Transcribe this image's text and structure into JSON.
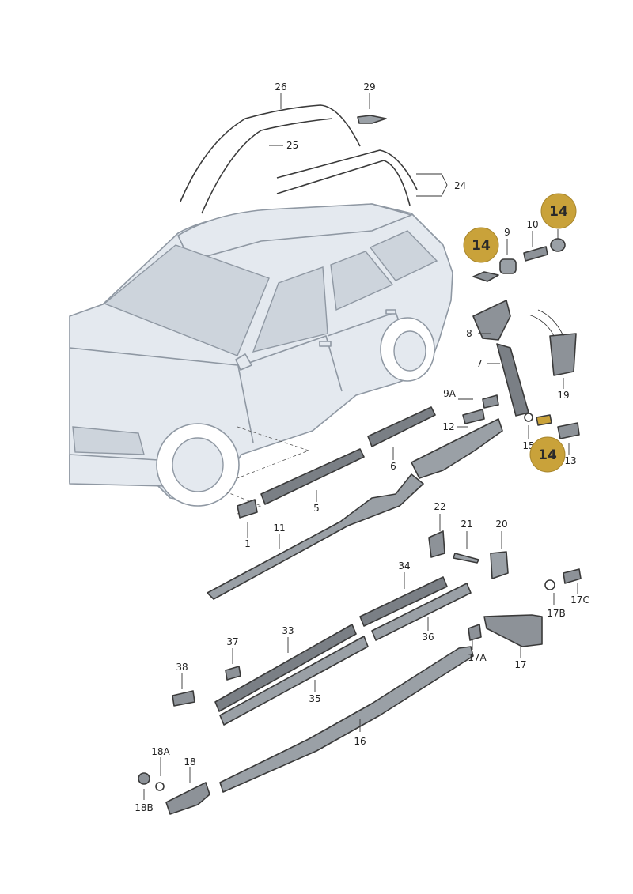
{
  "colors": {
    "callout_fill": "#c9a23a",
    "callout_stroke": "#a8862c",
    "part_fill": "#6e7378",
    "part_light": "#9aa0a6",
    "car_fill": "#e4e9ef",
    "car_stroke": "#8f98a3"
  },
  "labels": {
    "p1": "1",
    "p5": "5",
    "p6": "6",
    "p7": "7",
    "p8": "8",
    "p9": "9",
    "p9a": "9A",
    "p10": "10",
    "p11": "11",
    "p12": "12",
    "p13": "13",
    "p15": "15",
    "p16": "16",
    "p17": "17",
    "p17a": "17A",
    "p17b": "17B",
    "p17c": "17C",
    "p18": "18",
    "p18a": "18A",
    "p18b": "18B",
    "p19": "19",
    "p20": "20",
    "p21": "21",
    "p22": "22",
    "p24": "24",
    "p25": "25",
    "p26": "26",
    "p29": "29",
    "p33": "33",
    "p34": "34",
    "p35": "35",
    "p36": "36",
    "p37": "37",
    "p38": "38"
  },
  "callouts": [
    "14",
    "14",
    "14"
  ]
}
